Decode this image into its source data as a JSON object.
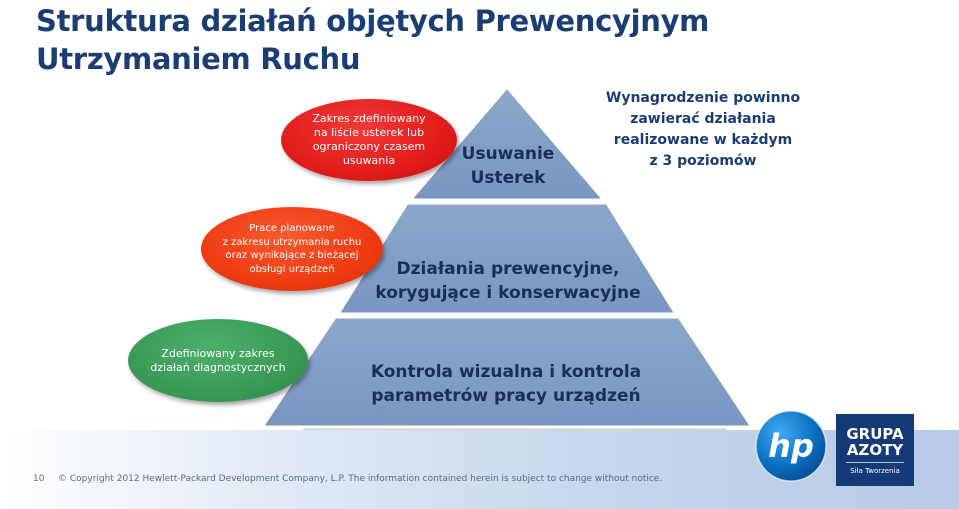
{
  "title": "Struktura działań objętych Prewencyjnym Utrzymaniem Ruchu",
  "pyramid": {
    "top": "Usuwanie\nUsterek",
    "middle": "Działania prewencyjne,\nkorygujące i konserwacyjne",
    "bottom": "Kontrola wizualna i kontrola\nparametrów pracy urządzeń"
  },
  "bubbles": {
    "red": "Zakres zdefiniowany\nna liście usterek lub\nograniczony czasem\nusuwania",
    "orange": "Prace planowane\nz zakresu utrzymania ruchu\noraz  wynikające z bieżącej\nobsługi urządzeń",
    "green": "Zdefiniowany zakres\ndziałań diagnostycznych"
  },
  "note": "Wynagrodzenie powinno\nzawierać działania\nrealizowane w każdym\nz 3 poziomów",
  "footer": {
    "page_number": "10",
    "copyright": "© Copyright 2012 Hewlett-Packard Development Company, L.P. The information contained herein is subject to change without notice."
  },
  "logos": {
    "hp": "hp",
    "azoty_line1": "GRUPA",
    "azoty_line2": "AZOTY",
    "azoty_tagline": "Siła Tworzenia"
  },
  "colors": {
    "title": "#1a3d74",
    "pyramid_fill": "#7f9fc6",
    "bubble_red": "#e21c1c",
    "bubble_orange": "#ef3b12",
    "bubble_green": "#3a9a55",
    "azoty_blue": "#143a78"
  }
}
